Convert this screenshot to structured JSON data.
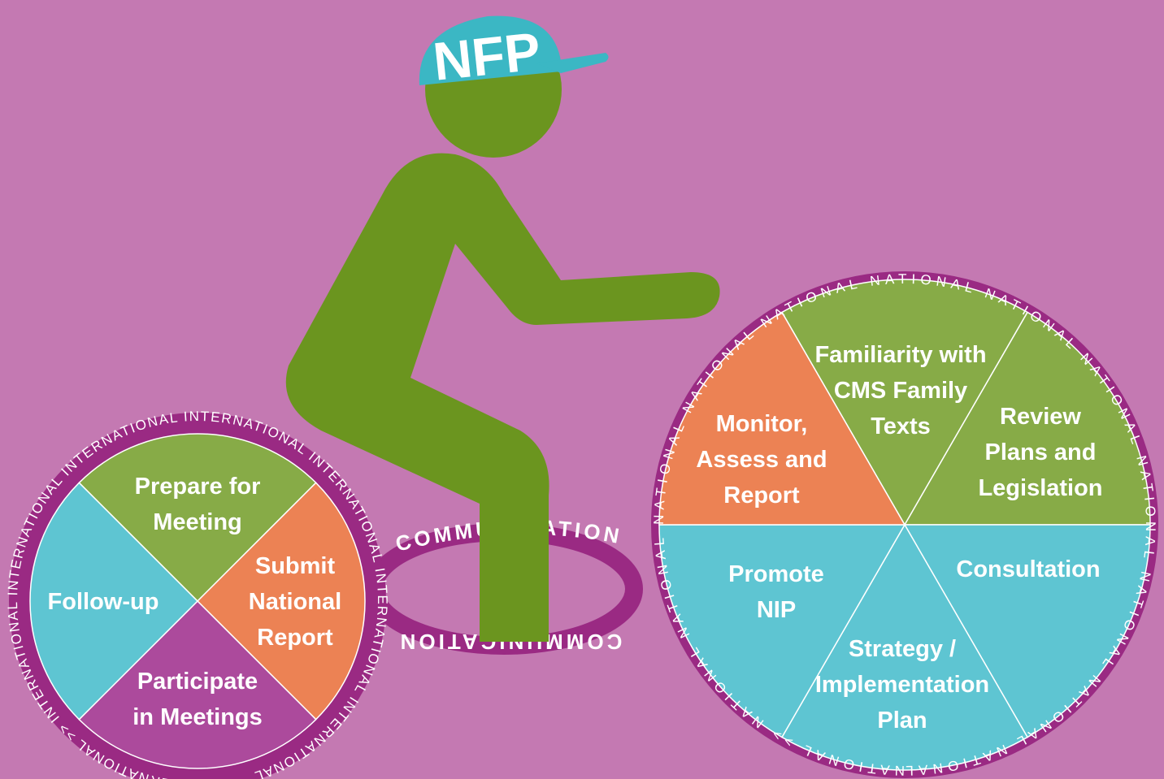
{
  "colors": {
    "background": "#c479b2",
    "figure": "#6b951f",
    "cap": "#3bb7c4",
    "green": "#87ab47",
    "orange": "#ec8254",
    "cyan": "#5ec5d2",
    "purple": "#ac4a9c",
    "ring": "#9a2a83"
  },
  "cap_label": "NFP",
  "chain": {
    "top_label": "COMMUNICATION",
    "bottom_label": "COMMUNICATION"
  },
  "rear_wheel": {
    "ring_text": [
      "INTERNATIONAL",
      ">>",
      "INTERNATIONAL",
      "INTERNATIONAL",
      "INTERNATIONAL",
      "INTERNATIONAL",
      "INTERNATIONAL",
      "INTERNATIONAL",
      "INTERNATIONAL"
    ],
    "segments": [
      {
        "name": "prepare",
        "lines": [
          "Prepare for",
          "Meeting"
        ],
        "color": "green"
      },
      {
        "name": "submit",
        "lines": [
          "Submit",
          "National",
          "Report"
        ],
        "color": "orange"
      },
      {
        "name": "participate",
        "lines": [
          "Participate",
          "in Meetings"
        ],
        "color": "purple"
      },
      {
        "name": "follow-up",
        "lines": [
          "Follow-up"
        ],
        "color": "cyan"
      }
    ]
  },
  "front_wheel": {
    "ring_text": [
      "NATIONAL",
      ">>",
      "NATIONAL",
      "NATIONAL",
      "NATIONAL",
      "NATIONAL",
      "NATIONAL",
      "NATIONAL",
      "NATIONAL",
      "NATIONAL",
      "NATIONAL",
      "NATIONAL",
      "NATIONAL",
      "NATIONAL"
    ],
    "segments": [
      {
        "name": "familiarity",
        "lines": [
          "Familiarity with",
          "CMS Family",
          "Texts"
        ],
        "color": "green"
      },
      {
        "name": "review",
        "lines": [
          "Review",
          "Plans and",
          "Legislation"
        ],
        "color": "green"
      },
      {
        "name": "consultation",
        "lines": [
          "Consultation"
        ],
        "color": "cyan"
      },
      {
        "name": "strategy",
        "lines": [
          "Strategy /",
          "Implementation",
          "Plan"
        ],
        "color": "cyan"
      },
      {
        "name": "promote",
        "lines": [
          "Promote",
          "NIP"
        ],
        "color": "cyan"
      },
      {
        "name": "monitor",
        "lines": [
          "Monitor,",
          "Assess and",
          "Report"
        ],
        "color": "orange"
      }
    ]
  }
}
